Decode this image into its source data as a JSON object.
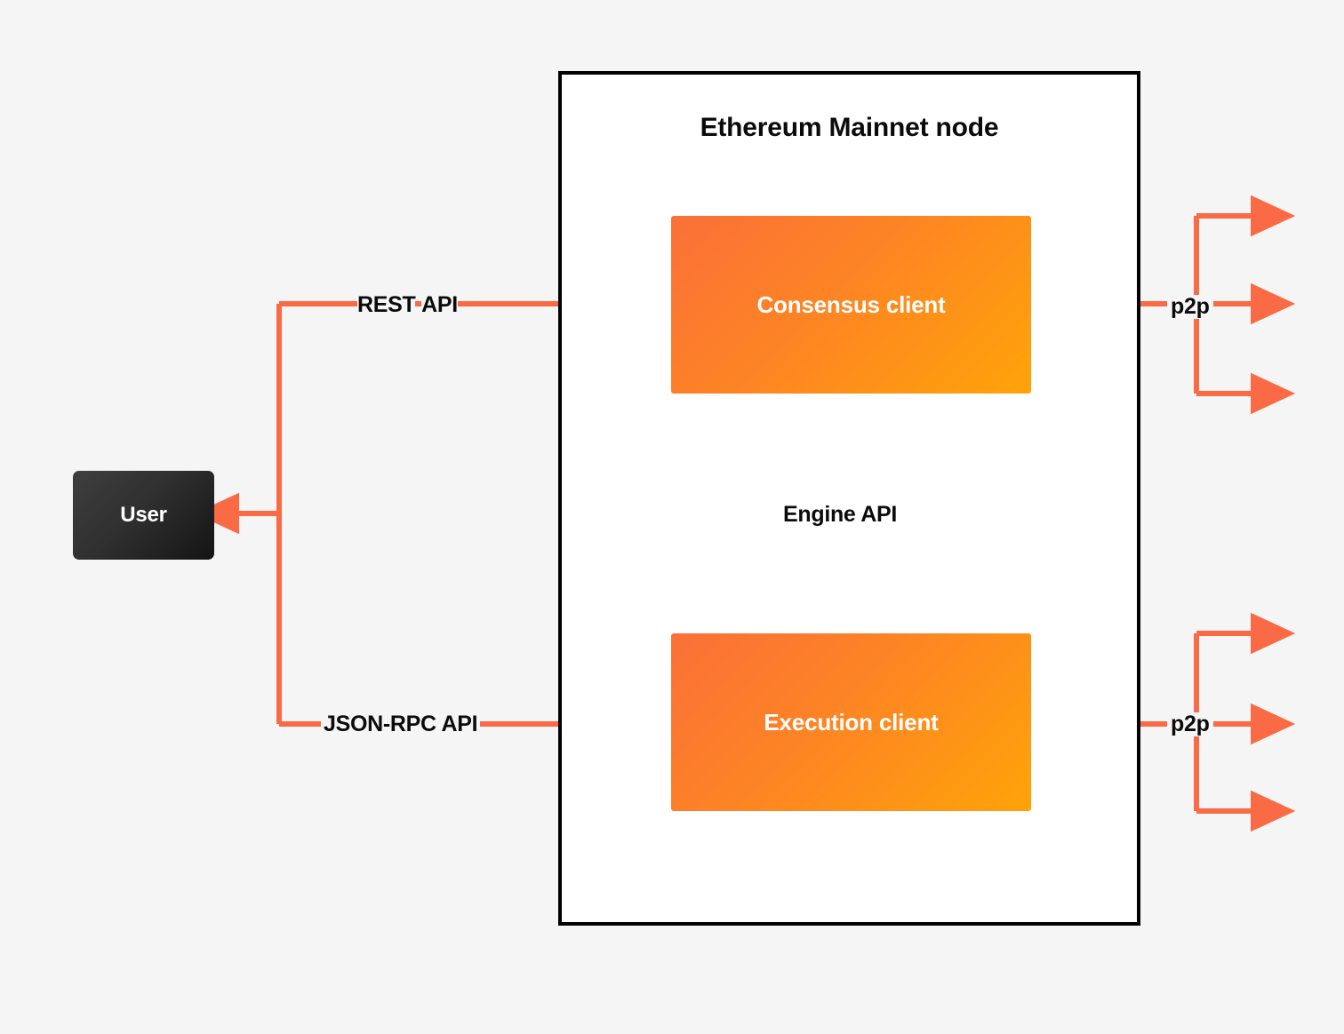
{
  "diagram": {
    "title": "Ethereum Mainnet node",
    "background_color": "#f5f5f5",
    "arrow_color": "#f96a45",
    "node_border_color": "#000000",
    "node_fill_color": "#ffffff"
  },
  "nodes": {
    "user": {
      "label": "User",
      "fill_from": "#3e3e3e",
      "fill_to": "#141414",
      "text_color": "#ffffff"
    },
    "consensus_client": {
      "label": "Consensus client",
      "fill_from": "#fb7038",
      "fill_to": "#ffa309",
      "text_color": "#ffffff"
    },
    "execution_client": {
      "label": "Execution client",
      "fill_from": "#fb7038",
      "fill_to": "#ffa309",
      "text_color": "#ffffff"
    }
  },
  "edges": {
    "rest_api": {
      "label": "REST API",
      "label_part_1": "REST",
      "label_part_2": "API",
      "from": "user",
      "to": "consensus_client"
    },
    "json_rpc_api": {
      "label": "JSON-RPC API",
      "from": "user",
      "to": "execution_client"
    },
    "engine_api": {
      "label": "Engine API",
      "from": "consensus_client",
      "to": "execution_client",
      "bidirectional": true
    },
    "p2p_consensus": {
      "label": "p2p",
      "attached_to": "consensus_client",
      "branches": 3
    },
    "p2p_execution": {
      "label": "p2p",
      "attached_to": "execution_client",
      "branches": 3
    }
  }
}
